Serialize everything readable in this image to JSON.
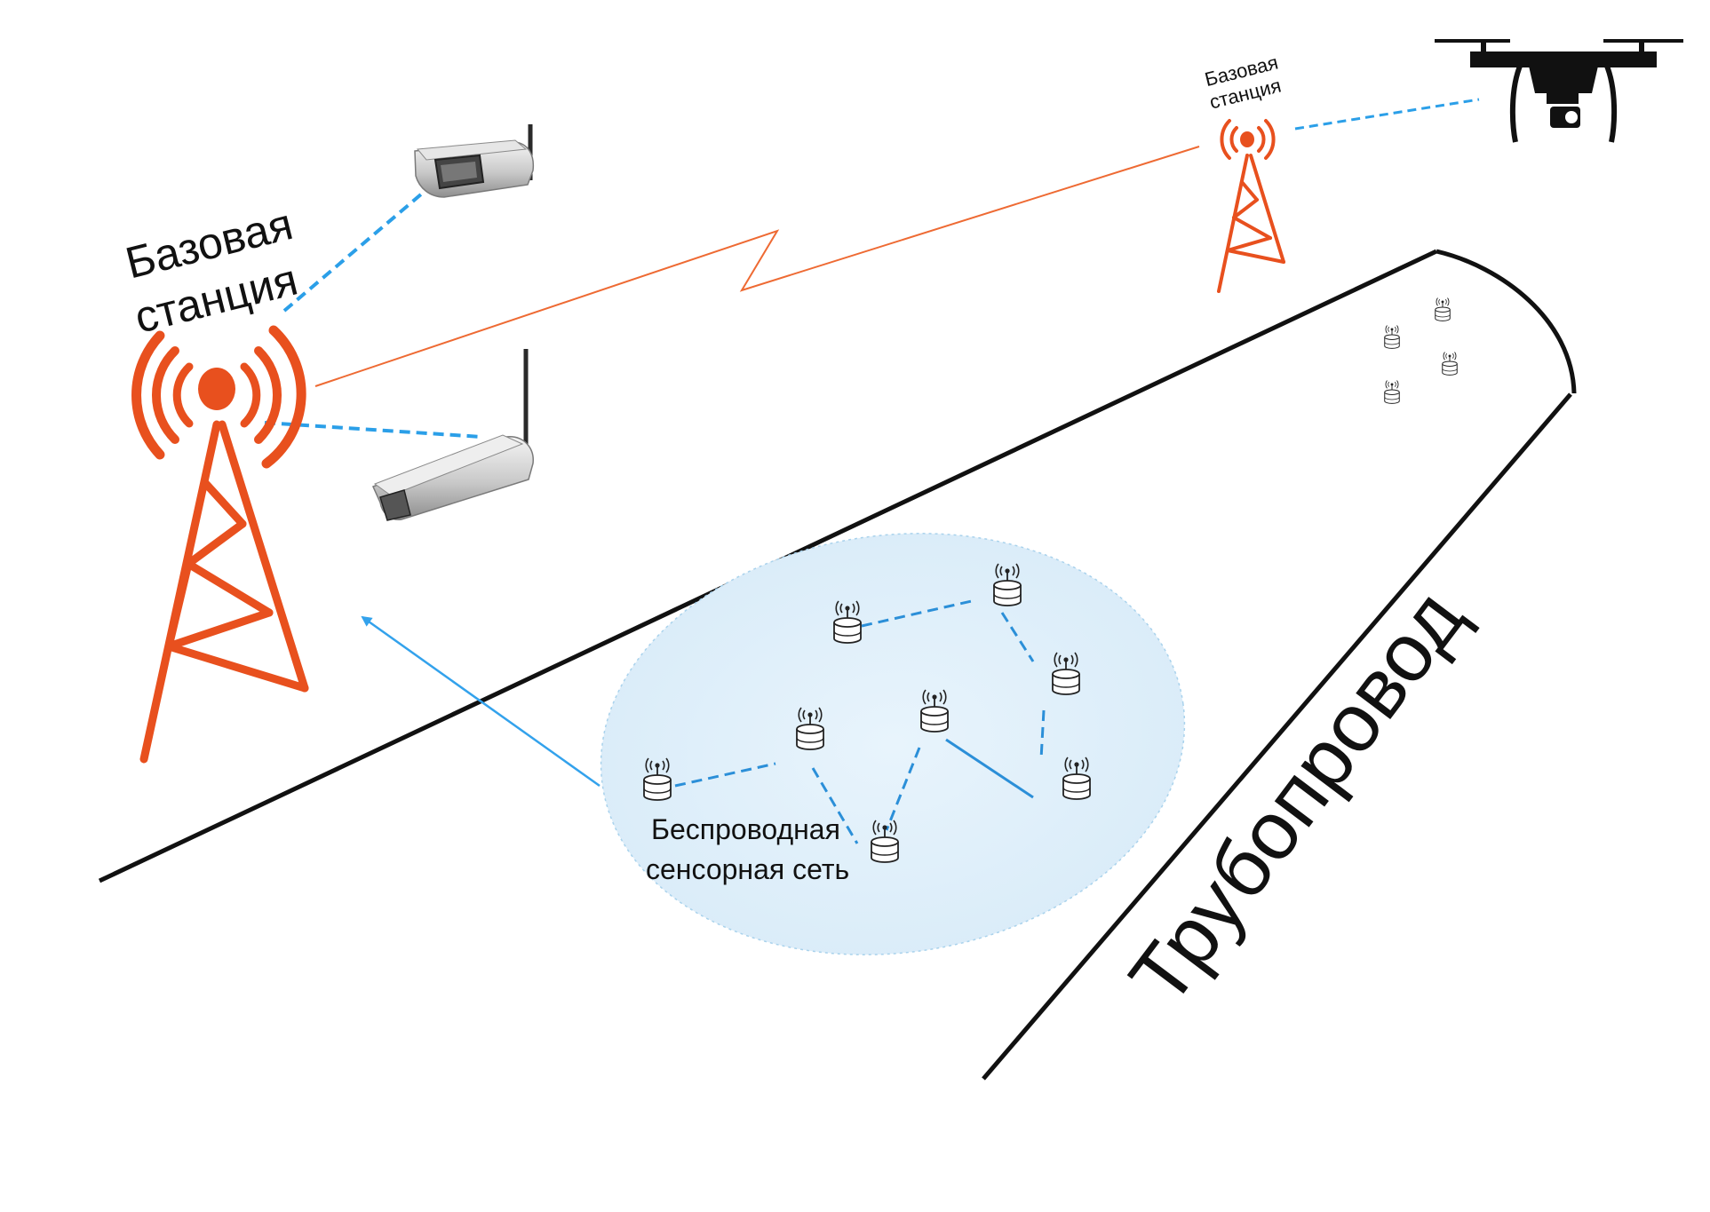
{
  "colors": {
    "tower": "#e8501e",
    "orange_link": "#ee6a33",
    "wifi_link": "#2b9fe8",
    "arrow": "#33a2ec",
    "pipeline": "#111111",
    "cloud_fill": "#e2f1fb",
    "cloud_edge": "#a9d2ec",
    "sensor": "#222222"
  },
  "labels": {
    "base_station_left_line1": "Базовая",
    "base_station_left_line2": "станция",
    "base_station_right_line1": "Базовая",
    "base_station_right_line2": "станция",
    "sensor_net_line1": "Беспроводная",
    "sensor_net_line2": "сенсорная сеть",
    "pipeline": "Трубопровод"
  },
  "icons": {
    "tower": "radio-tower-icon",
    "camera": "cctv-camera-icon",
    "drone": "drone-icon",
    "sensor": "wireless-sensor-icon"
  }
}
